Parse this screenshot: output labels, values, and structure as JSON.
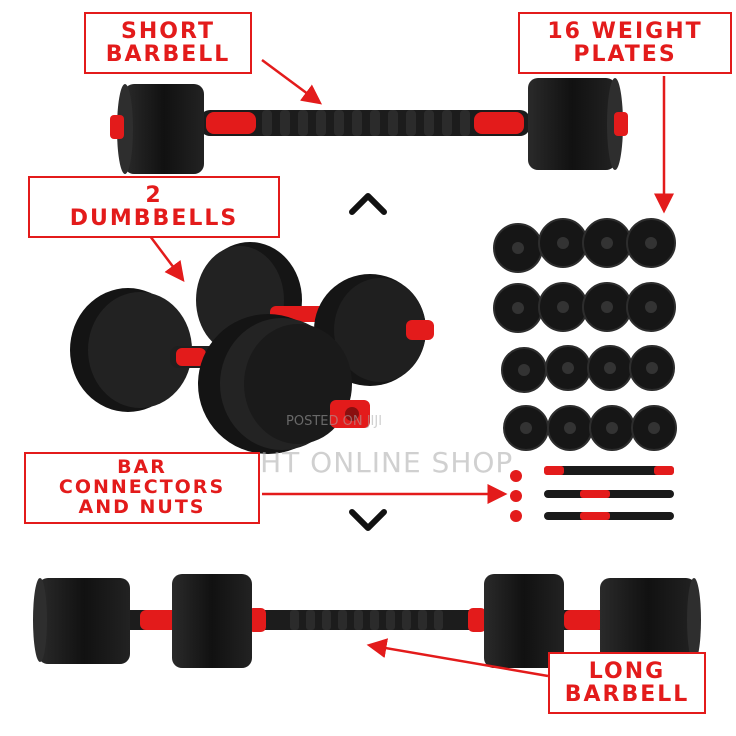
{
  "labels": {
    "short_barbell": [
      "SHORT",
      "BARBELL"
    ],
    "weight_plates": [
      "16 WEIGHT",
      "PLATES"
    ],
    "dumbbells": [
      "2",
      "DUMBBELLS"
    ],
    "connectors": [
      "BAR",
      "CONNECTORS",
      "AND NUTS"
    ],
    "long_barbell": [
      "LONG",
      "BARBELL"
    ]
  },
  "watermarks": {
    "posted": "POSTED ON JIJI",
    "shop": "BUY RIGHT ONLINE SHOP"
  },
  "icons": [
    "chevron-up-icon",
    "chevron-down-icon"
  ],
  "colors": {
    "accent": "#e31b1b",
    "plate": "#1a1a1a",
    "plate_edge": "#333333",
    "bar": "#222222"
  }
}
